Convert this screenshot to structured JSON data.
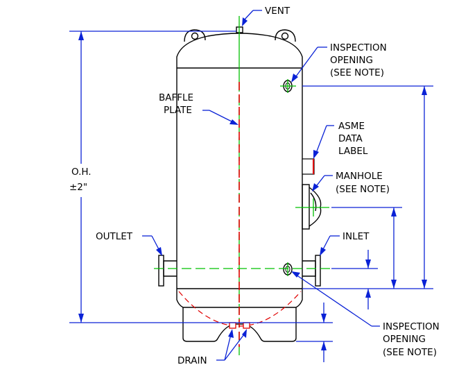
{
  "labels": {
    "vent": "VENT",
    "inspection_top_1": "INSPECTION",
    "inspection_top_2": "OPENING",
    "inspection_top_3": "(SEE NOTE)",
    "baffle_1": "BAFFLE",
    "baffle_2": "PLATE",
    "asme_1": "ASME",
    "asme_2": "DATA",
    "asme_3": "LABEL",
    "oh_1": "O.H.",
    "oh_2": "±2\"",
    "manhole_1": "MANHOLE",
    "manhole_2": "(SEE NOTE)",
    "outlet": "OUTLET",
    "inlet": "INLET",
    "inspection_bot_1": "INSPECTION",
    "inspection_bot_2": "OPENING",
    "inspection_bot_3": "(SEE NOTE)",
    "drain": "DRAIN"
  },
  "colors": {
    "dimension": "#0a22d6",
    "centerline": "#00c000",
    "hidden": "#e00000",
    "outline": "#000000"
  }
}
